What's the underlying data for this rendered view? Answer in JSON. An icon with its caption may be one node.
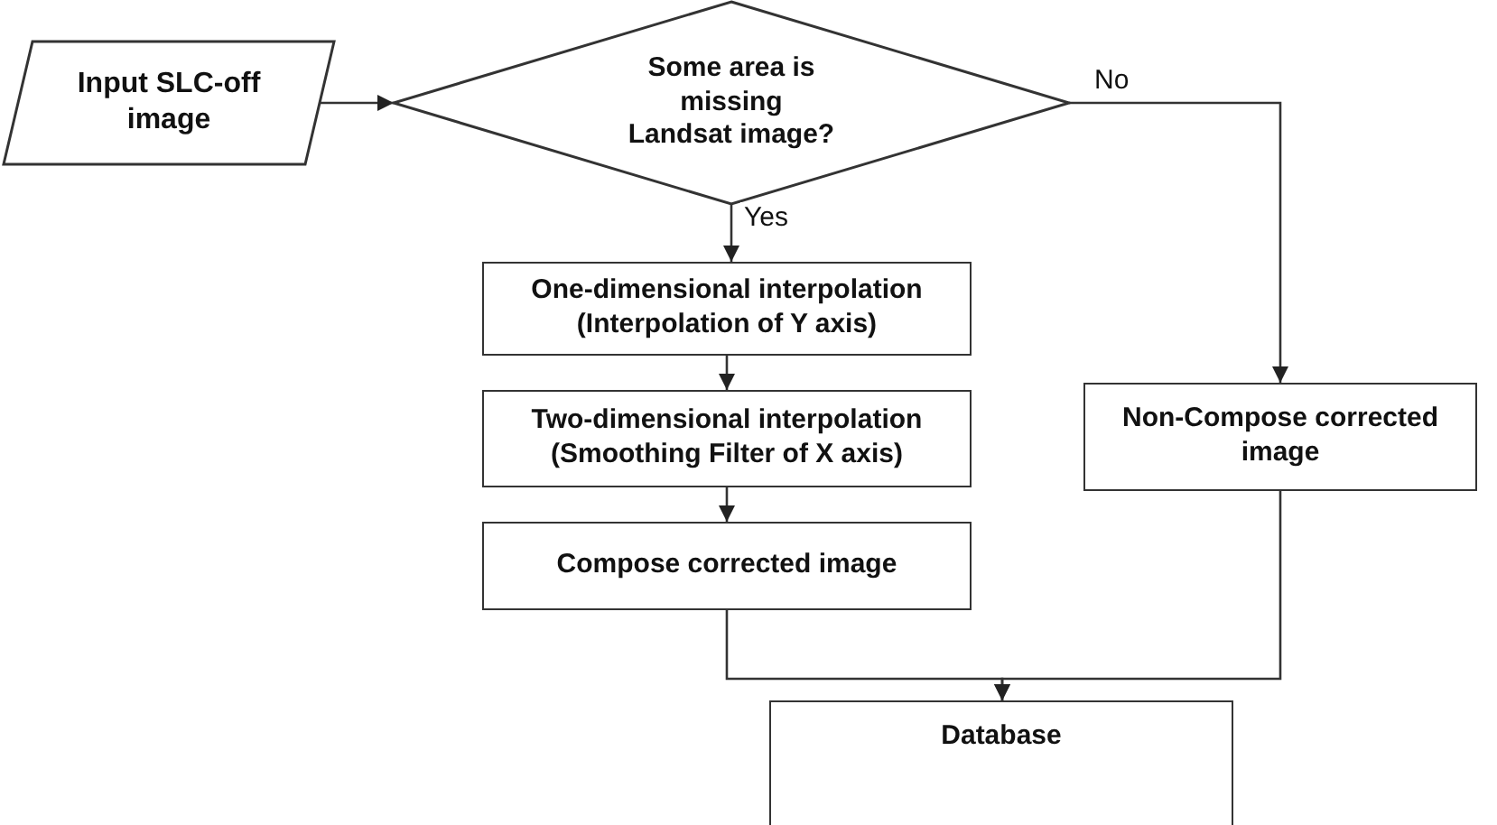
{
  "diagram": {
    "nodes": [
      {
        "text": [
          "Input SLC-off image"
        ]
      },
      {
        "text": [
          "Some area is missing Landsat image?"
        ]
      },
      {
        "text": [
          "One-dimensional interpolation (Interpolation of Y axis)"
        ]
      },
      {
        "text": [
          "Two-dimensional interpolation (Smoothing Filter of X axis)"
        ]
      },
      {
        "text": [
          "Compose corrected image"
        ]
      },
      {
        "text": [
          "Non-Compose corrected image"
        ]
      },
      {
        "text": [
          "Database"
        ]
      }
    ],
    "edges": [
      {
        "from": 0,
        "to": 1,
        "arrow": "to"
      },
      {
        "from": 1,
        "to": 5,
        "arrow": "to",
        "label": "No"
      },
      {
        "from": 1,
        "to": 2,
        "arrow": "to",
        "label": "Yes"
      },
      {
        "from": 2,
        "to": 3,
        "arrow": "to"
      },
      {
        "from": 3,
        "to": 4,
        "arrow": "to"
      },
      {
        "from": 4,
        "to": 6,
        "arrow": "to"
      },
      {
        "from": 5,
        "to": 6,
        "arrow": "to"
      }
    ]
  }
}
